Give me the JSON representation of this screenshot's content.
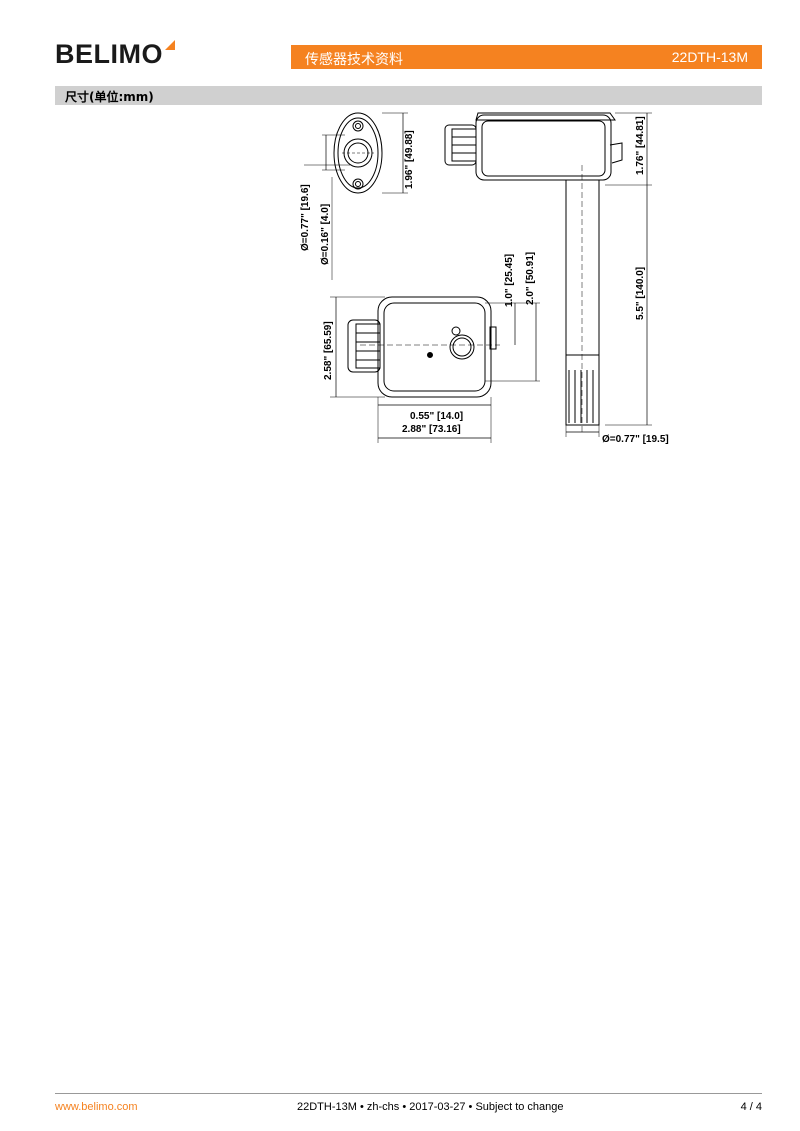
{
  "header": {
    "logo_text": "BELIMO",
    "doc_title": "传感器技术资料",
    "model": "22DTH-13M"
  },
  "section": {
    "title": "尺寸(单位:mm)"
  },
  "drawing": {
    "dims": {
      "top_view_height": "1.96\" [49.88]",
      "outer_diameter": "Ø=0.77\" [19.6]",
      "hole_diameter": "Ø=0.16\" [4.0]",
      "housing_height": "1.76\" [44.81]",
      "probe_length": "5.5\" [140.0]",
      "probe_diameter": "Ø=0.77\" [19.5]",
      "front_height": "2.58\" [65.59]",
      "offset_1": "1.0\" [25.45]",
      "offset_2": "2.0\" [50.91]",
      "gland_width": "0.55\" [14.0]",
      "front_width": "2.88\" [73.16]"
    }
  },
  "footer": {
    "website": "www.belimo.com",
    "center": "22DTH-13M • zh-chs • 2017-03-27 • Subject to change",
    "page": "4 / 4"
  }
}
